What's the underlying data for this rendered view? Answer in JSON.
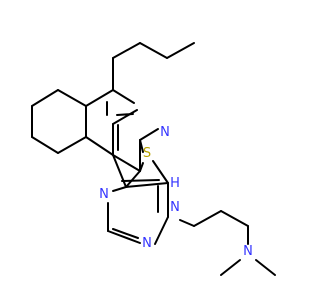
{
  "colors": {
    "background": "#ffffff",
    "bond": "#000000",
    "nitrogen": "#3333ff",
    "sulfur": "#b8a300"
  },
  "atoms": {
    "n_pyridine": "N",
    "s_thiophene": "S",
    "n_pyrimidine_top": "N",
    "n_pyrimidine_bottom": "N",
    "n_amine": "N",
    "h_amine": "H",
    "n_dimethylamino": "N"
  }
}
